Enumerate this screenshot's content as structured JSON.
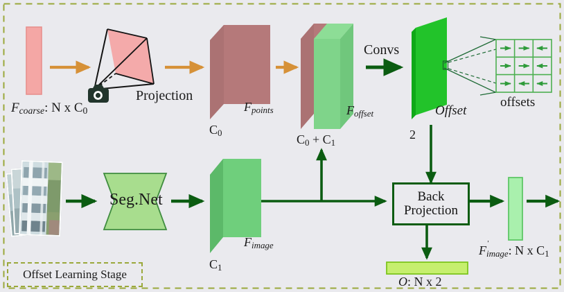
{
  "figure": {
    "background": "#eaeaee",
    "stage_label": "Offset Learning Stage",
    "accent_orange": "#d69138",
    "accent_green": "#0b5c11",
    "dashed_border": "#9aa83a"
  },
  "top_row": {
    "coarse_feature": {
      "name": "F",
      "subscript": "coarse",
      "dims": ": N x C",
      "dims_sub": "0",
      "color": "#f4a7a5",
      "border": "#e08a88"
    },
    "projection_label": "Projection",
    "camera_icon": "camera-icon",
    "points_feature": {
      "name": "F",
      "subscript": "points",
      "channels": "C",
      "channels_sub": "0",
      "color": "#b5797a",
      "top_color": "#c08a8b",
      "side_color": "#a56b6c"
    },
    "offset_feature": {
      "name": "F",
      "subscript": "offset",
      "channels": "C",
      "channels_sub0": "0",
      "channels_plus": " + C",
      "channels_sub1": "1",
      "color_a": "#b5797a",
      "color_b": "#7fd48a"
    },
    "convs_label": "Convs",
    "offset_plane": {
      "name": "Offset",
      "channels": "2",
      "color": "#22c32a",
      "edge_color": "#13a81c"
    },
    "offsets_grid": {
      "label": "offsets",
      "rows": 3,
      "cols": 3,
      "directions": [
        [
          "right",
          "right",
          "left"
        ],
        [
          "right",
          "right",
          "left"
        ],
        [
          "right",
          "left",
          "left"
        ]
      ],
      "line_color": "#4caf50",
      "arrow_color": "#2e9b3a"
    }
  },
  "bottom_row": {
    "input_images": "image-stack",
    "segnet_label": "Seg.Net",
    "segnet_fill": "#a8dd8e",
    "segnet_border": "#3f8c3f",
    "image_feature": {
      "name": "F",
      "subscript": "image",
      "channels": "C",
      "channels_sub": "1",
      "color": "#6fcf7c",
      "top_color": "#84d68e",
      "side_color": "#5cb969"
    },
    "back_projection": {
      "line1": "Back",
      "line2": "Projection"
    },
    "image_feature_out": {
      "name": "F",
      "prime": "'",
      "subscript": "image",
      "dims": ": N x C",
      "dims_sub": "1",
      "color": "#a9f0ad",
      "border": "#5fc766"
    },
    "offset_out": {
      "name": "O",
      "dims": ": N x 2",
      "color": "#c6ef6e",
      "border": "#7ec51e"
    }
  }
}
